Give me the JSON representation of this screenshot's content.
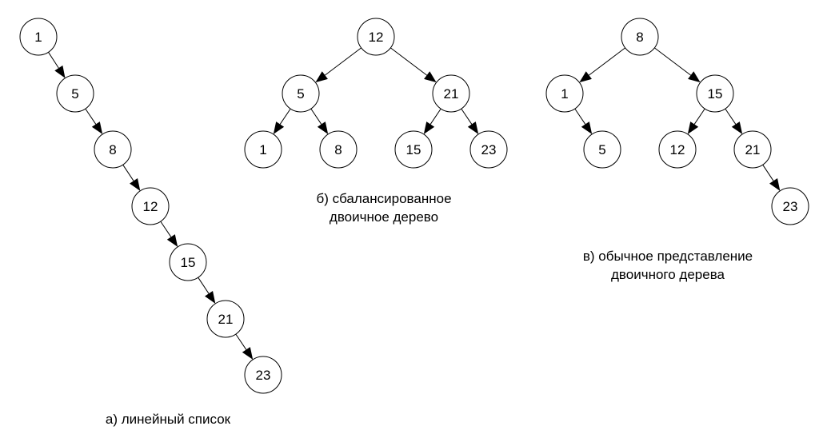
{
  "diagrams": [
    {
      "id": "a",
      "caption_lines": [
        "а) линейный список"
      ],
      "nodes": [
        {
          "id": "a1",
          "label": "1"
        },
        {
          "id": "a5",
          "label": "5"
        },
        {
          "id": "a8",
          "label": "8"
        },
        {
          "id": "a12",
          "label": "12"
        },
        {
          "id": "a15",
          "label": "15"
        },
        {
          "id": "a21",
          "label": "21"
        },
        {
          "id": "a23",
          "label": "23"
        }
      ],
      "edges": [
        {
          "from": "a1",
          "to": "a5"
        },
        {
          "from": "a5",
          "to": "a8"
        },
        {
          "from": "a8",
          "to": "a12"
        },
        {
          "from": "a12",
          "to": "a15"
        },
        {
          "from": "a15",
          "to": "a21"
        },
        {
          "from": "a21",
          "to": "a23"
        }
      ]
    },
    {
      "id": "b",
      "caption_lines": [
        "б) сбалансированное",
        "двоичное дерево"
      ],
      "nodes": [
        {
          "id": "b12",
          "label": "12"
        },
        {
          "id": "b5",
          "label": "5"
        },
        {
          "id": "b21",
          "label": "21"
        },
        {
          "id": "b1",
          "label": "1"
        },
        {
          "id": "b8",
          "label": "8"
        },
        {
          "id": "b15",
          "label": "15"
        },
        {
          "id": "b23",
          "label": "23"
        }
      ],
      "edges": [
        {
          "from": "b12",
          "to": "b5"
        },
        {
          "from": "b12",
          "to": "b21"
        },
        {
          "from": "b5",
          "to": "b1"
        },
        {
          "from": "b5",
          "to": "b8"
        },
        {
          "from": "b21",
          "to": "b15"
        },
        {
          "from": "b21",
          "to": "b23"
        }
      ]
    },
    {
      "id": "c",
      "caption_lines": [
        "в) обычное представление",
        "двоичного дерева"
      ],
      "nodes": [
        {
          "id": "c8",
          "label": "8"
        },
        {
          "id": "c1",
          "label": "1"
        },
        {
          "id": "c15",
          "label": "15"
        },
        {
          "id": "c5",
          "label": "5"
        },
        {
          "id": "c12",
          "label": "12"
        },
        {
          "id": "c21",
          "label": "21"
        },
        {
          "id": "c23",
          "label": "23"
        }
      ],
      "edges": [
        {
          "from": "c8",
          "to": "c1"
        },
        {
          "from": "c8",
          "to": "c15"
        },
        {
          "from": "c1",
          "to": "c5"
        },
        {
          "from": "c15",
          "to": "c12"
        },
        {
          "from": "c15",
          "to": "c21"
        },
        {
          "from": "c21",
          "to": "c23"
        }
      ]
    }
  ]
}
